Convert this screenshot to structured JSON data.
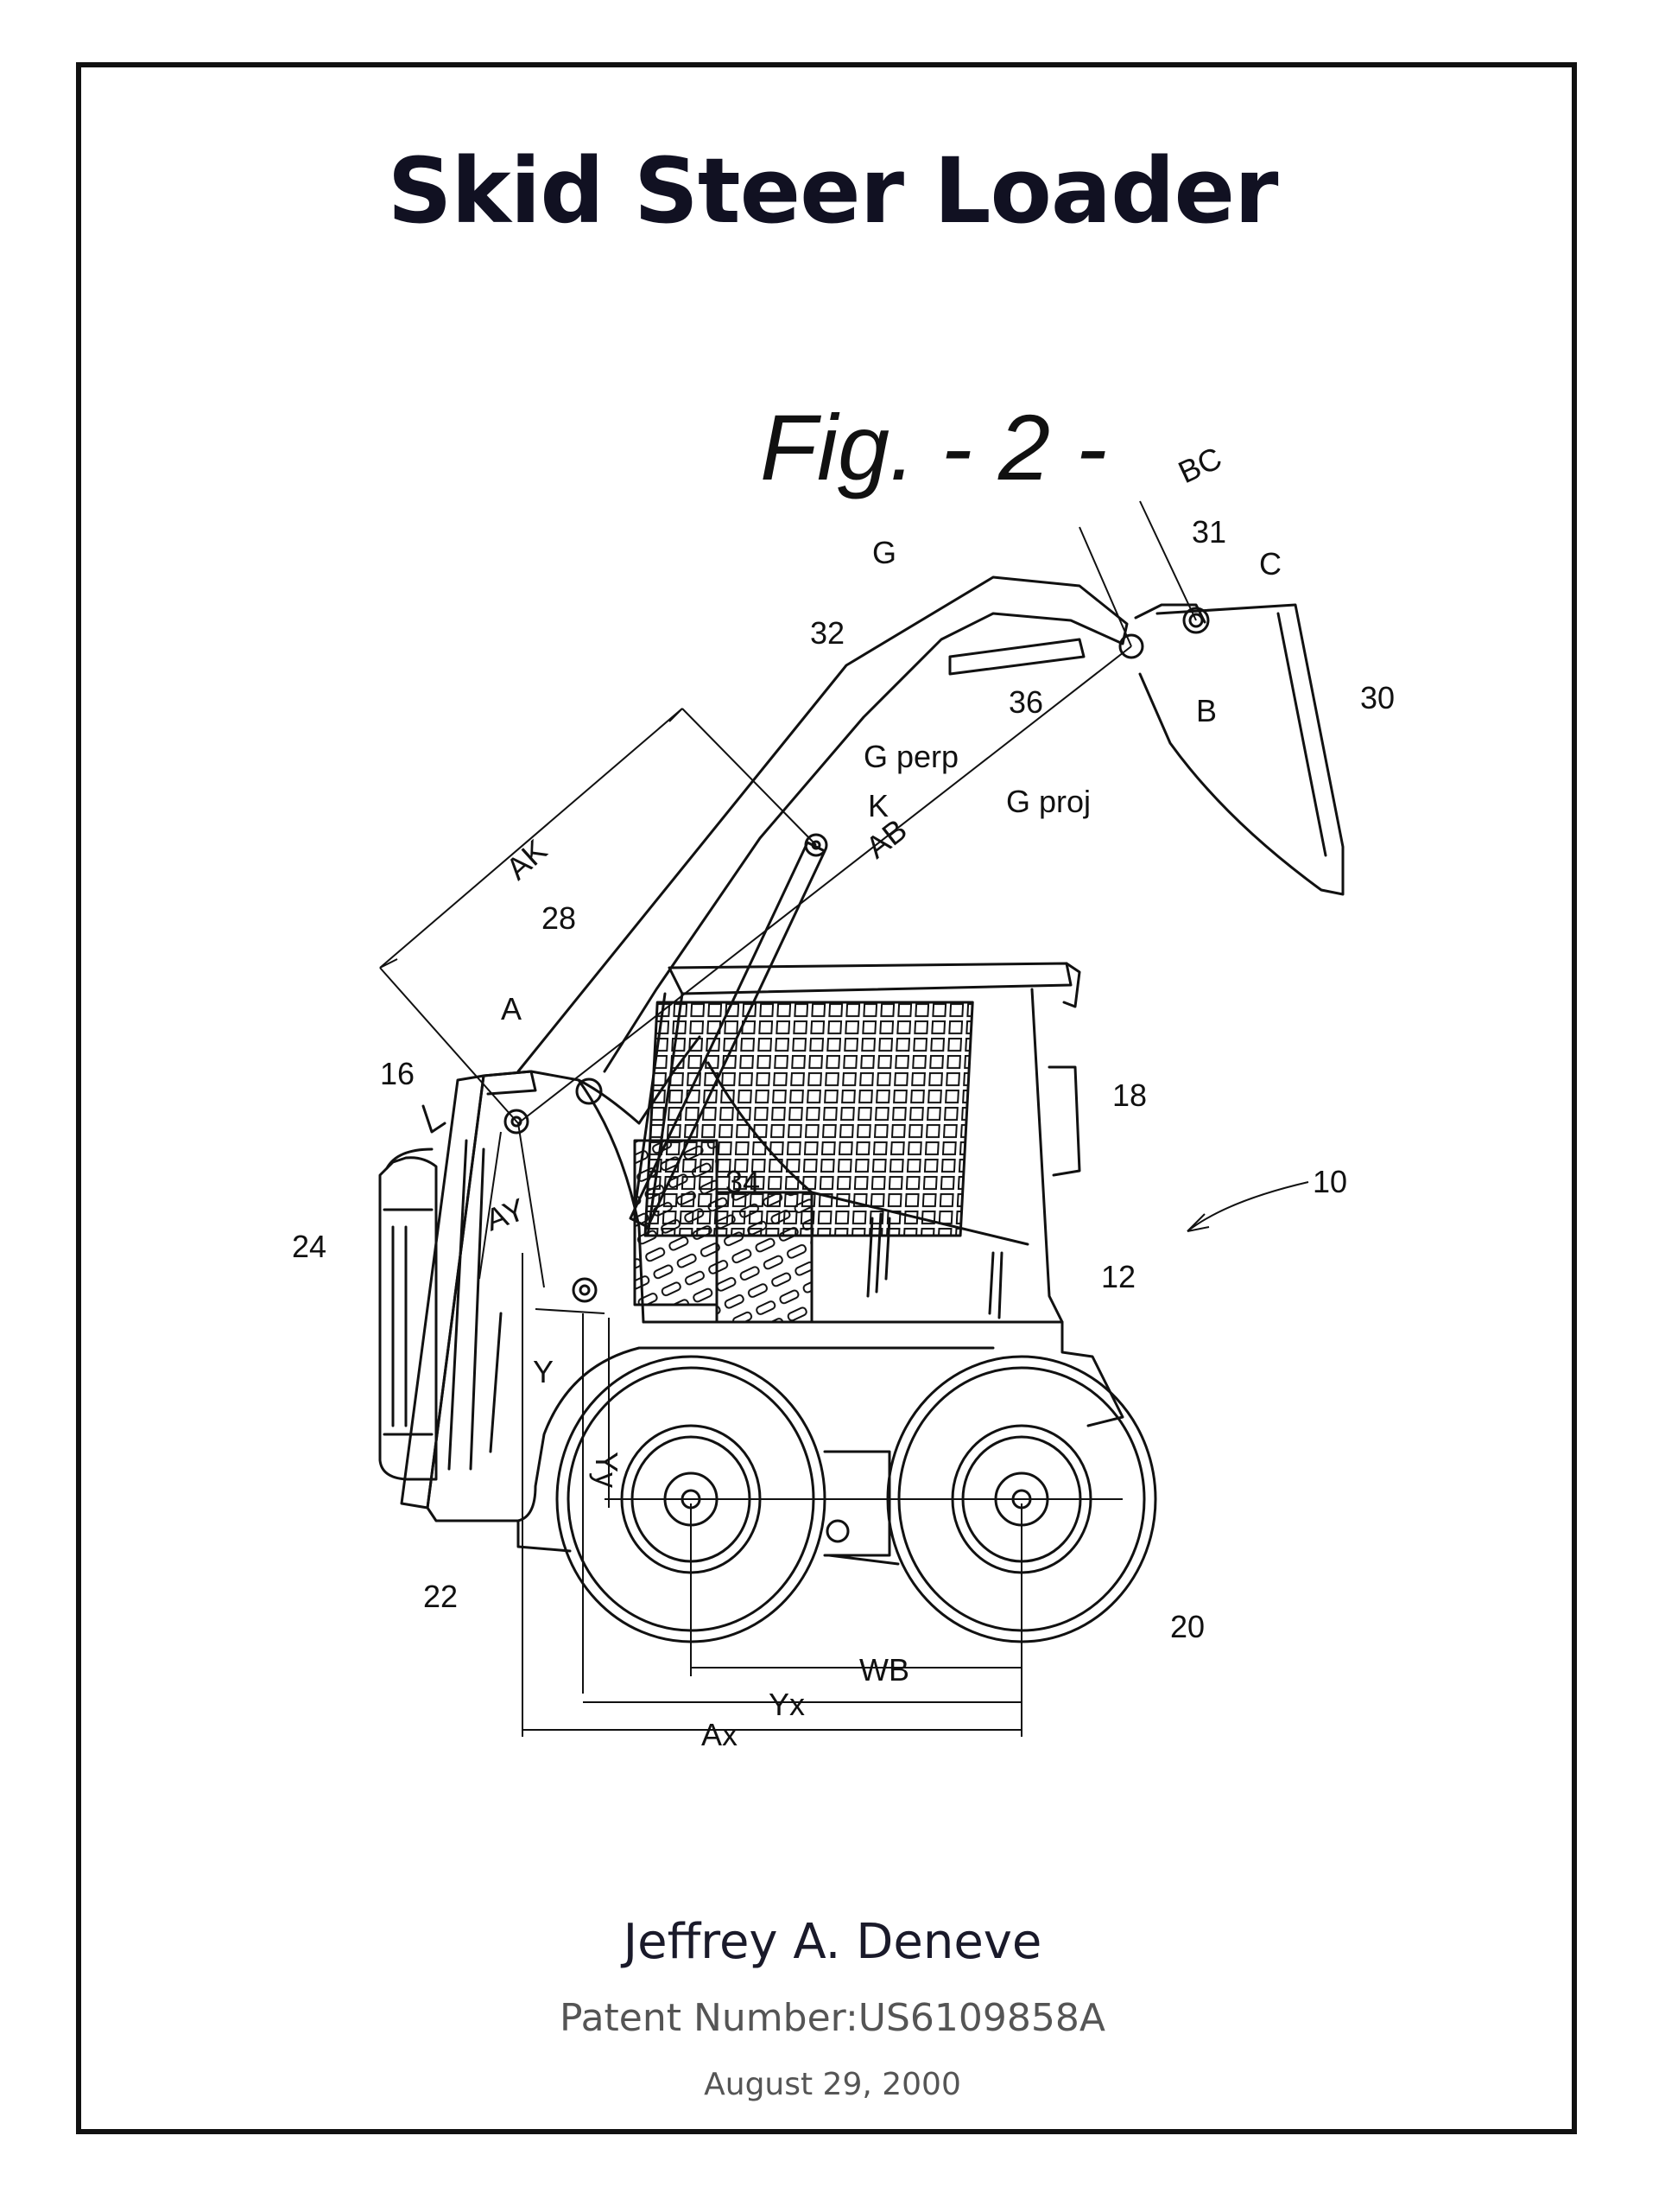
{
  "title": "Skid Steer Loader",
  "figure": {
    "caption": "Fig. - 2 -",
    "labels": {
      "l10": "10",
      "l12": "12",
      "l16": "16",
      "l18": "18",
      "l20": "20",
      "l22": "22",
      "l24": "24",
      "l28": "28",
      "l30": "30",
      "l31": "31",
      "l32": "32",
      "l34": "34",
      "l36": "36",
      "A": "A",
      "B": "B",
      "C": "C",
      "G": "G",
      "K": "K",
      "Y": "Y",
      "AK": "AK",
      "AB": "AB",
      "AY": "AY",
      "BC": "BC",
      "gperp": "G perp",
      "gproj": "G proj",
      "WB": "WB",
      "Yx": "Yx",
      "Ax": "Ax",
      "Yy": "Yy"
    }
  },
  "inventor": "Jeffrey A. Deneve",
  "patent_number": "Patent Number:US6109858A",
  "date": "August 29, 2000"
}
